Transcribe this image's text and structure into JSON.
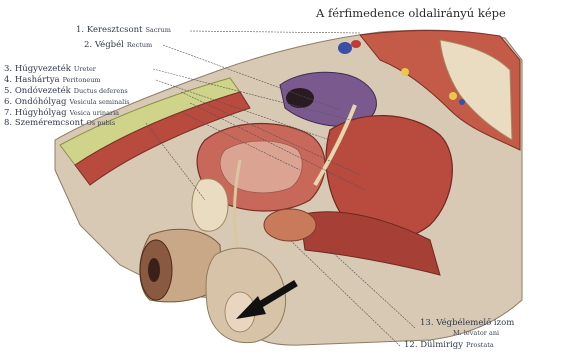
{
  "title": "A férfimedence oldalirányú képe",
  "labels_left": [
    {
      "num": "1.",
      "hu": "Keresztcsont",
      "la": "Sacrum"
    },
    {
      "num": "2.",
      "hu": "Végbél",
      "la": "Rectum"
    },
    {
      "num": "3.",
      "hu": "Húgyvezeték",
      "la": "Ureter"
    },
    {
      "num": "4.",
      "hu": "Hashártya",
      "la": "Peritoneum"
    },
    {
      "num": "5.",
      "hu": "Ondóvezeték",
      "la": "Ductus deferens"
    },
    {
      "num": "6.",
      "hu": "Ondóhólyag",
      "la": "Vesicula seminalis"
    },
    {
      "num": "7.",
      "hu": "Húgyhólyag",
      "la": "Vesica urinaria"
    },
    {
      "num": "8.",
      "hu": "Szeméremcsont",
      "la": "Os pubis"
    }
  ],
  "labels_right": [
    {
      "num": "13.",
      "hu": "Végbélemelő izom",
      "la": "M. levator ani"
    },
    {
      "num": "12.",
      "hu": "Dülmirigy",
      "la": "Prostata"
    }
  ],
  "colors": {
    "muscle": "#b84a3e",
    "skin": "#d8c9b4",
    "bone": "#e9dcc0",
    "leader": "#555555",
    "arrow": "#111111"
  }
}
